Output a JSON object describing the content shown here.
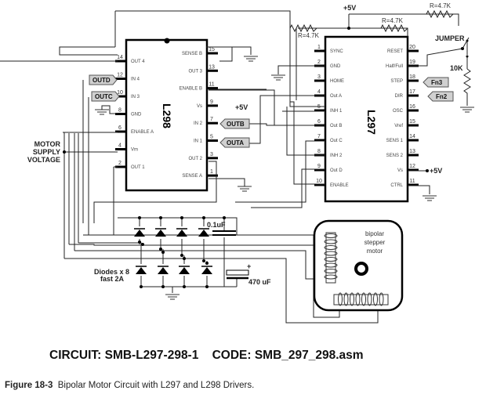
{
  "l298": {
    "name": "L298",
    "left_pins": [
      {
        "num": "14",
        "label": "OUT 4"
      },
      {
        "num": "12",
        "label": "IN 4"
      },
      {
        "num": "10",
        "label": "IN 3"
      },
      {
        "num": "8",
        "label": "GND"
      },
      {
        "num": "6",
        "label": "ENABLE A"
      },
      {
        "num": "4",
        "label": "Vm"
      },
      {
        "num": "2",
        "label": "OUT 1"
      }
    ],
    "right_pins": [
      {
        "num": "15",
        "label": "SENSE B"
      },
      {
        "num": "13",
        "label": "OUT 3"
      },
      {
        "num": "11",
        "label": "ENABLE B"
      },
      {
        "num": "9",
        "label": "Vs"
      },
      {
        "num": "7",
        "label": "IN 2"
      },
      {
        "num": "5",
        "label": "IN 1"
      },
      {
        "num": "3",
        "label": "OUT 2"
      },
      {
        "num": "1",
        "label": "SENSE A"
      }
    ]
  },
  "l297": {
    "name": "L297",
    "left_pins": [
      {
        "num": "1",
        "label": "SYNC"
      },
      {
        "num": "2",
        "label": "GND"
      },
      {
        "num": "3",
        "label": "HOME"
      },
      {
        "num": "4",
        "label": "Out A"
      },
      {
        "num": "5",
        "label": "INH 1"
      },
      {
        "num": "6",
        "label": "Out B"
      },
      {
        "num": "7",
        "label": "Out C"
      },
      {
        "num": "8",
        "label": "INH 2"
      },
      {
        "num": "9",
        "label": "Out D"
      },
      {
        "num": "10",
        "label": "ENABLE"
      }
    ],
    "right_pins": [
      {
        "num": "20",
        "label": "RESET"
      },
      {
        "num": "19",
        "label": "Half/Full"
      },
      {
        "num": "18",
        "label": "STEP"
      },
      {
        "num": "17",
        "label": "DIR"
      },
      {
        "num": "16",
        "label": "OSC"
      },
      {
        "num": "15",
        "label": "Vref"
      },
      {
        "num": "14",
        "label": "SENS 1"
      },
      {
        "num": "13",
        "label": "SENS 2"
      },
      {
        "num": "12",
        "label": "Vs"
      },
      {
        "num": "11",
        "label": "CTRL"
      }
    ]
  },
  "tags": {
    "outd": "OUTD",
    "outc": "OUTC",
    "outb": "OUTB",
    "outa": "OUTA",
    "fn3": "Fn3",
    "fn2": "Fn2"
  },
  "labels": {
    "plus5v_top": "+5V",
    "plus5v_l298": "+5V",
    "plus5v_l297": "+5V",
    "r1": "R=4.7K",
    "r2": "R=4.7K",
    "r3": "R=4.7K",
    "jumper": "JUMPER",
    "r10k": "10K",
    "motor_supply_1": "MOTOR",
    "motor_supply_2": "SUPPLY",
    "motor_supply_3": "VOLTAGE",
    "cap_small": "0.1uF",
    "cap_large": "470 uF",
    "cap_plus": "+",
    "diodes_1": "Diodes x 8",
    "diodes_2": "fast 2A",
    "motor_1": "bipolar",
    "motor_2": "stepper",
    "motor_3": "motor"
  },
  "footer": {
    "circuit": "CIRCUIT: SMB-L297-298-1    CODE: SMB_297_298.asm",
    "figure_label": "Figure 18-3",
    "figure_text": "Bipolar Motor Circuit with L297 and L298 Drivers."
  }
}
